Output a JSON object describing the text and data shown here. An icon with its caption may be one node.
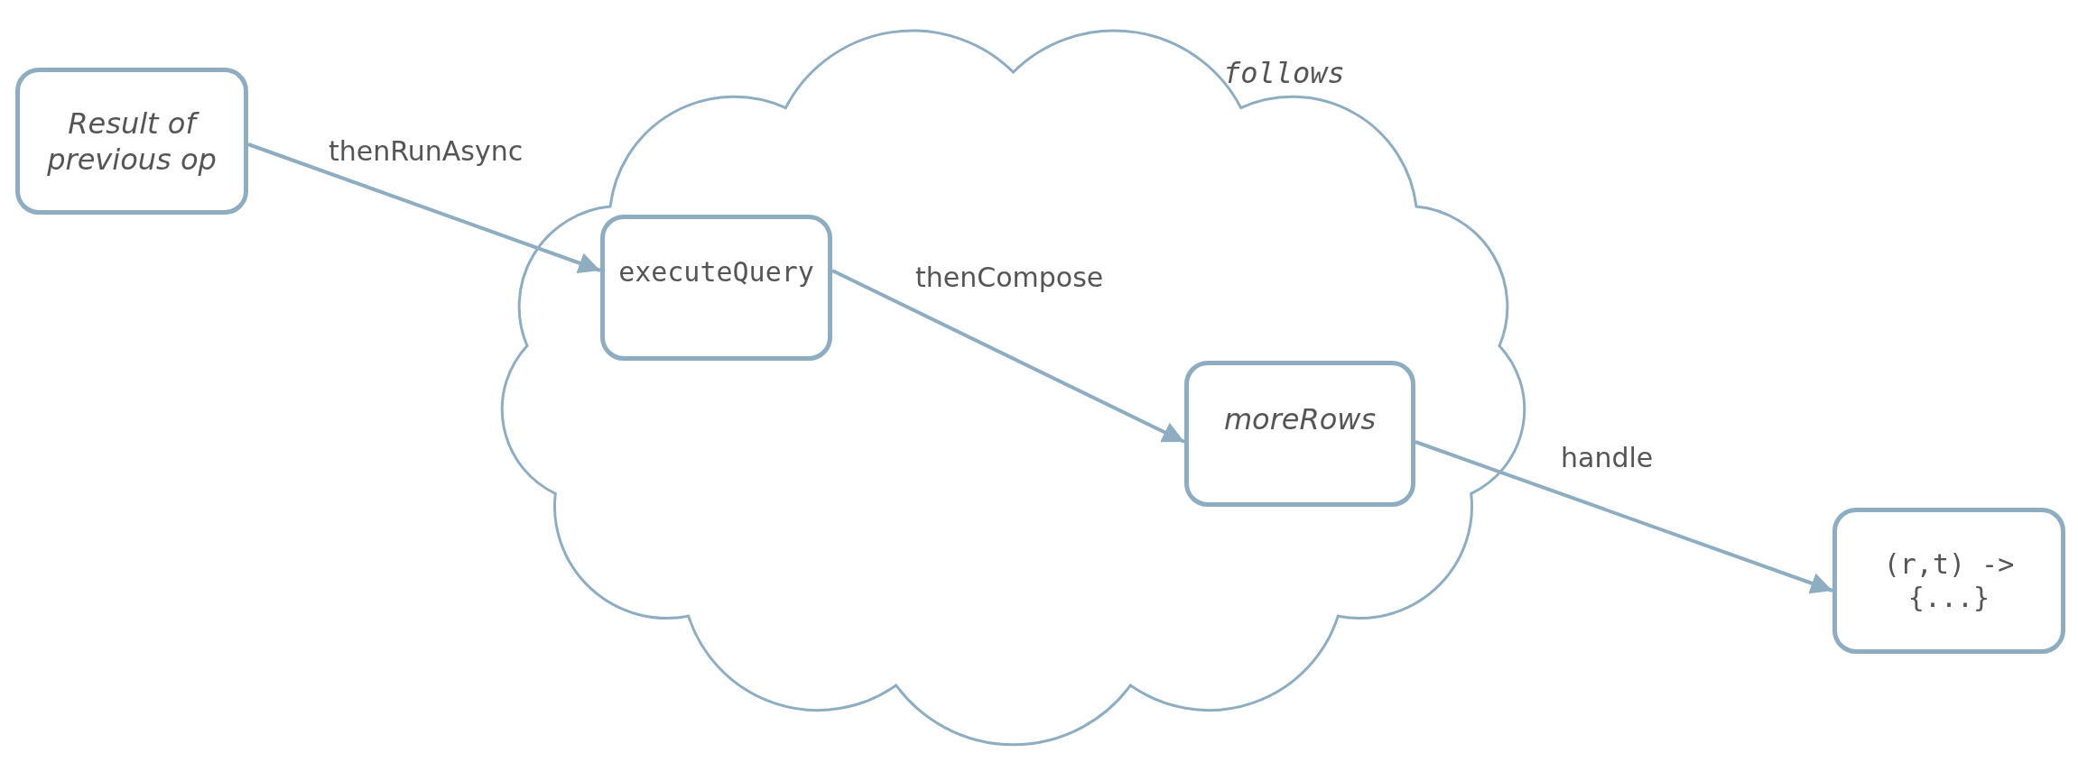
{
  "diagram": {
    "nodes": [
      {
        "text": [
          "Result of previous op"
        ]
      },
      {
        "text": [
          "follows"
        ]
      },
      {
        "text": [
          "executeQuery"
        ],
        "in": 1
      },
      {
        "text": [
          "moreRows"
        ],
        "in": 1
      },
      {
        "text": [
          "(r,t) -> {...}"
        ]
      }
    ],
    "edges": [
      {
        "from": 0,
        "to": 2,
        "arrow": "to",
        "label": "thenRunAsync"
      },
      {
        "from": 2,
        "to": 3,
        "arrow": "to",
        "label": "thenCompose"
      },
      {
        "from": 3,
        "to": 4,
        "arrow": "to",
        "label": "handle"
      }
    ]
  }
}
